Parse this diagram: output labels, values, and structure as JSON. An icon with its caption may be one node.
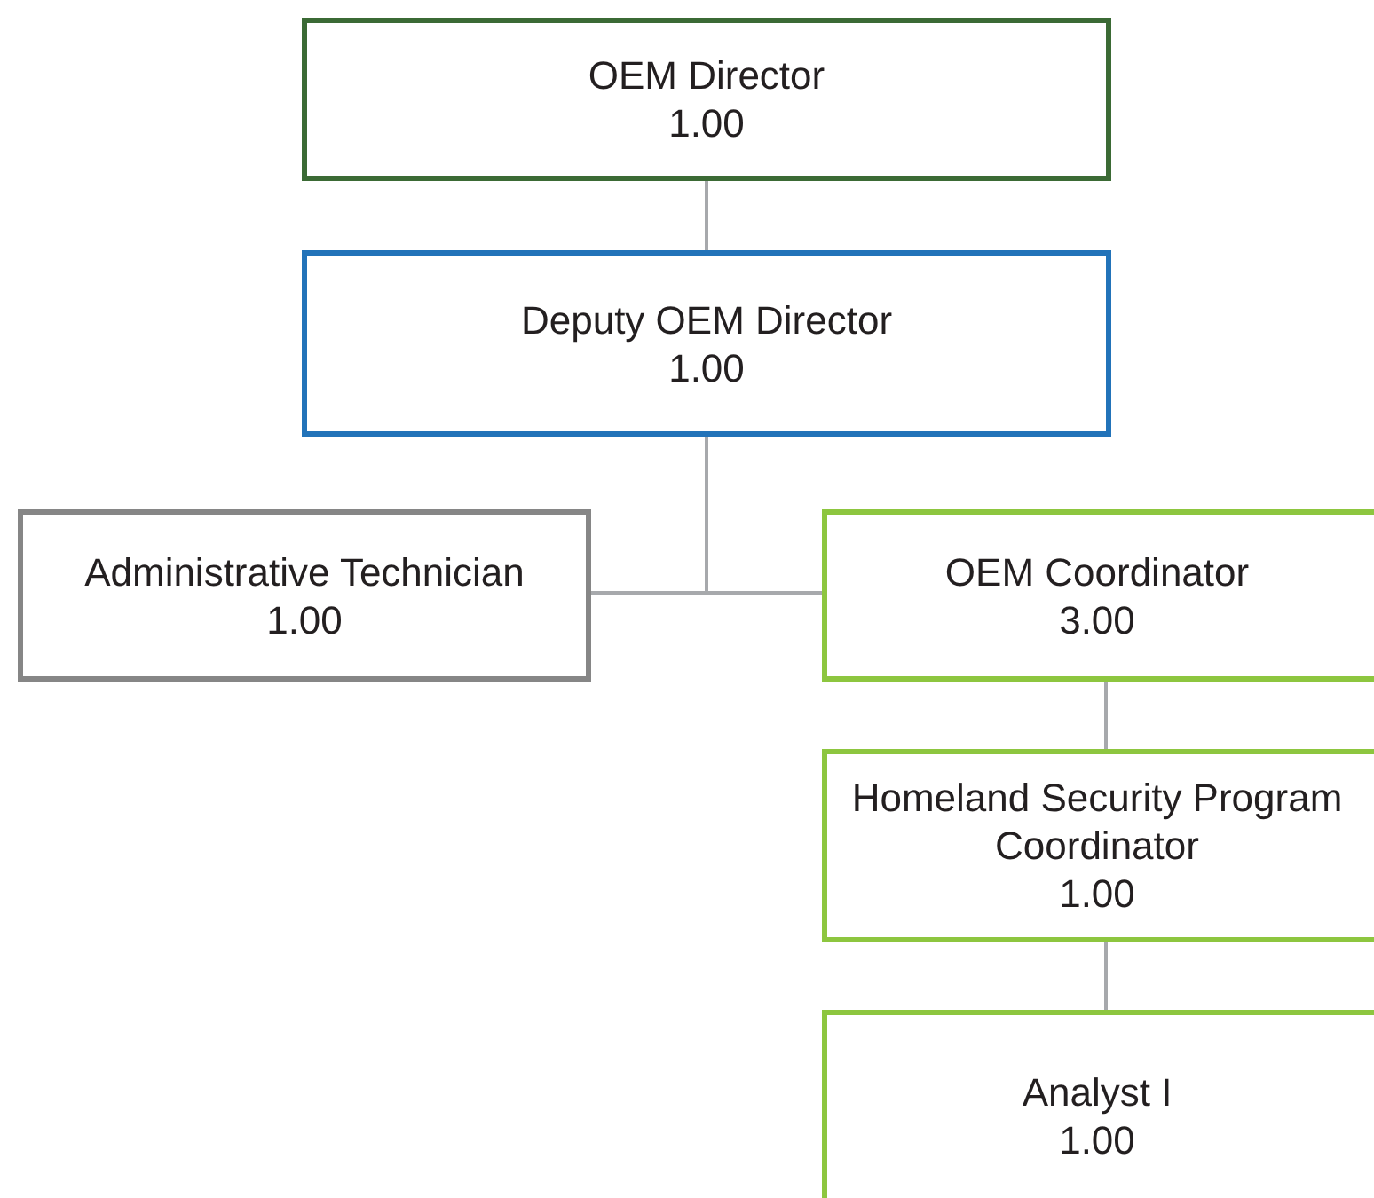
{
  "diagram": {
    "nodes": [
      {
        "text": [
          "OEM Director",
          "1.00"
        ]
      },
      {
        "text": [
          "Deputy OEM Director",
          "1.00"
        ]
      },
      {
        "text": [
          "Administrative Technician",
          "1.00"
        ]
      },
      {
        "text": [
          "OEM Coordinator",
          "3.00"
        ]
      },
      {
        "text": [
          "Homeland Security Program Coordinator",
          "1.00"
        ]
      },
      {
        "text": [
          "Analyst I",
          "1.00"
        ]
      }
    ],
    "edges": [
      {
        "from": 0,
        "to": 1,
        "arrow": "none"
      },
      {
        "from": 1,
        "to": 2,
        "arrow": "none"
      },
      {
        "from": 1,
        "to": 3,
        "arrow": "none"
      },
      {
        "from": 3,
        "to": 4,
        "arrow": "none"
      },
      {
        "from": 4,
        "to": 5,
        "arrow": "none"
      }
    ]
  }
}
